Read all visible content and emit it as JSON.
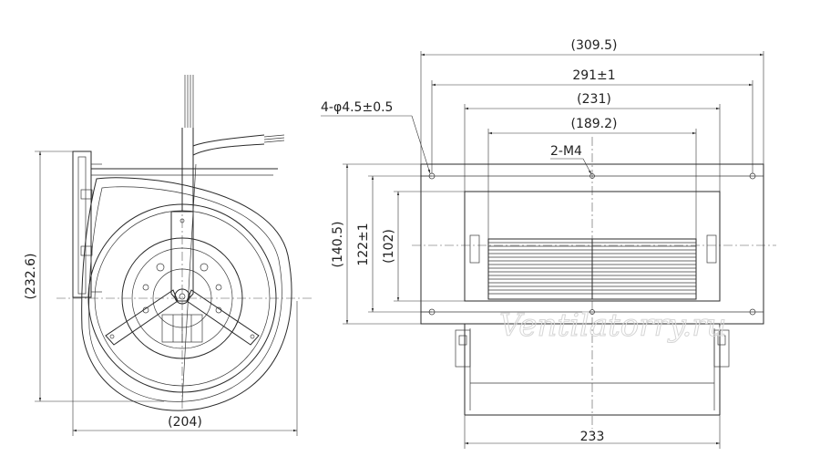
{
  "dimensions": {
    "front_width": "(204)",
    "front_height": "(232.6)",
    "overall_width": "(309.5)",
    "mount_hole_spacing": "291±1",
    "housing_width": "(231)",
    "impeller_width": "(189.2)",
    "thread_holes": "2-M4",
    "mount_holes": "4-φ4.5±0.5",
    "flange_height": "(140.5)",
    "hole_vertical_spacing": "122±1",
    "outlet_height": "(102)",
    "base_width": "233"
  },
  "watermark": "Ventilatorry.ru"
}
